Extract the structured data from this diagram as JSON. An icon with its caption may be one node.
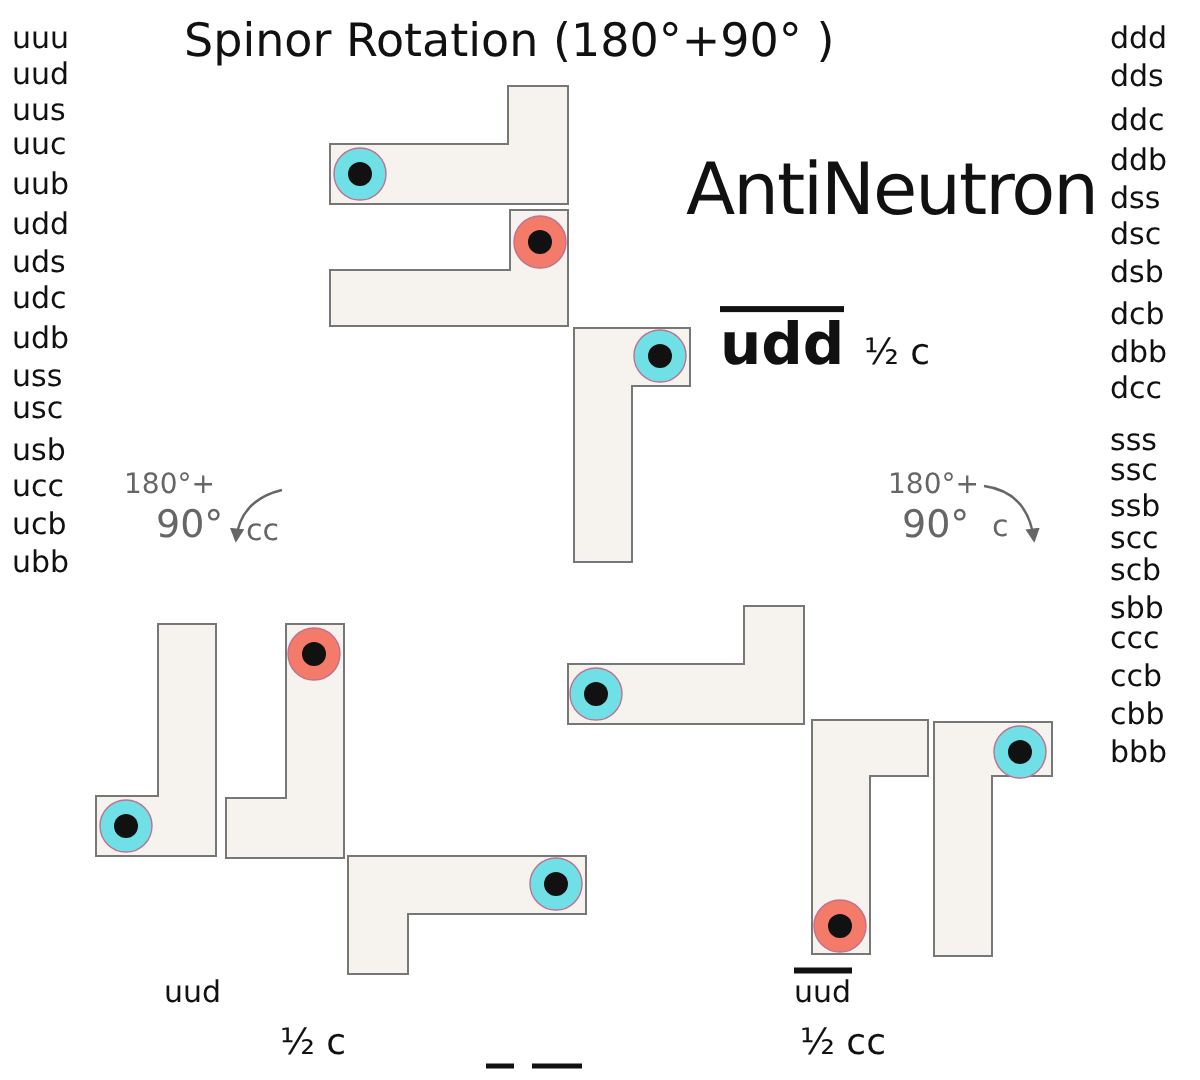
{
  "diagram": {
    "title": "Spinor Rotation (180°+90° )",
    "labels": [
      "uuu",
      "uud",
      "uus",
      "uuc",
      "uub",
      "udd",
      "uds",
      "udc",
      "udb",
      "uss",
      "usc",
      "usb",
      "ucc",
      "ucb",
      "ubb",
      "ddd",
      "dds",
      "ddc",
      "ddb",
      "dss",
      "dsc",
      "dsb",
      "dcb",
      "dbb",
      "dcc",
      "sss",
      "ssc",
      "ssb",
      "scc",
      "scb",
      "sbb",
      "ccc",
      "ccb",
      "cbb",
      "bbb",
      "AntiNeutron",
      "udd",
      "½ c",
      "180°+",
      "90°",
      "cc",
      "180°+",
      "90°",
      "c",
      "uud",
      "½ c",
      "uud",
      "½ cc"
    ]
  }
}
